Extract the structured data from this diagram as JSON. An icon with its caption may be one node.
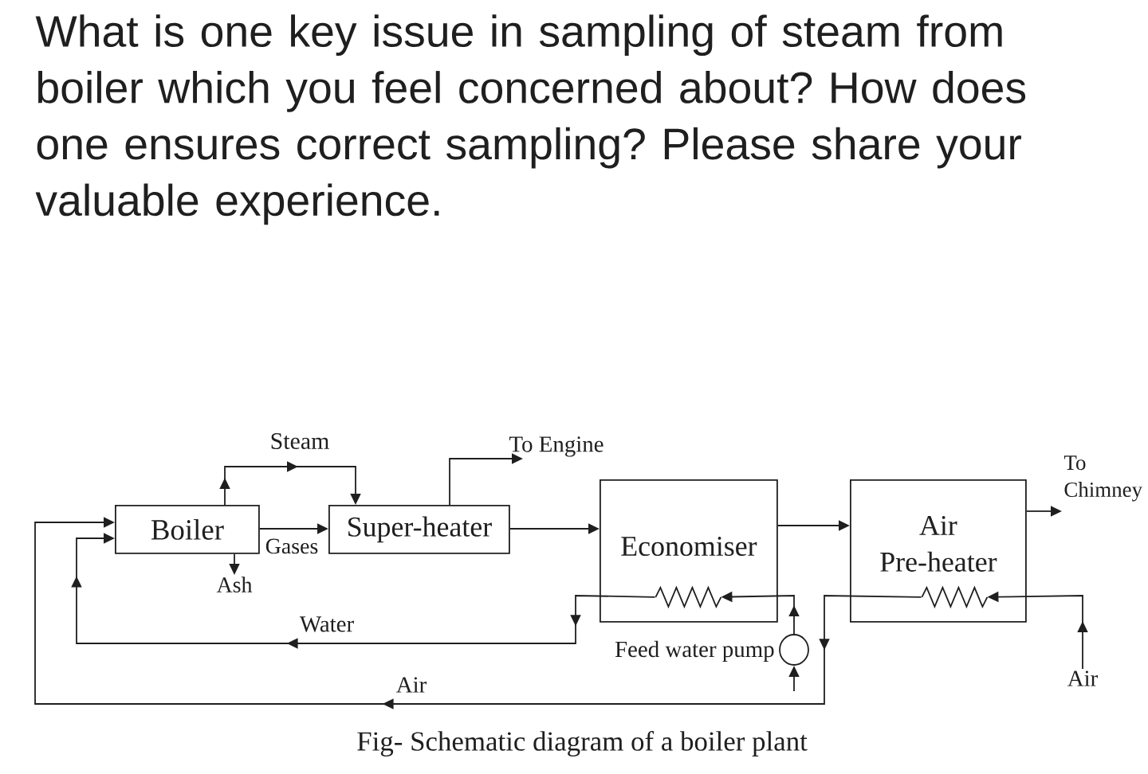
{
  "diagram": {
    "title": "What is one key issue in sampling of steam from boiler which you feel concerned about? How does one ensures correct sampling? Please share your valuable experience.",
    "caption": "Fig- Schematic diagram of a boiler plant",
    "nodes": [
      {
        "text": [
          "Boiler"
        ]
      },
      {
        "text": [
          "Super-heater"
        ]
      },
      {
        "text": [
          "Economiser"
        ]
      },
      {
        "text": [
          "Air Pre-heater"
        ]
      },
      {
        "text": [],
        "shape": "circle",
        "beside": [
          "Feed water pump"
        ]
      },
      {
        "text": [
          "Ash"
        ]
      },
      {
        "text": [
          "To Engine"
        ]
      },
      {
        "text": [
          "To Chimney"
        ]
      },
      {
        "text": [
          "Air"
        ]
      },
      {
        "text": [],
        "shape": "coil",
        "in": 2
      },
      {
        "text": [],
        "shape": "coil",
        "in": 3
      }
    ],
    "edges": [
      {
        "from": 0,
        "to": 1,
        "arrow": "to",
        "label": "Steam"
      },
      {
        "from": 0,
        "to": 1,
        "arrow": "to",
        "label": "Gases"
      },
      {
        "from": 0,
        "to": 5,
        "arrow": "to"
      },
      {
        "from": 1,
        "to": 6,
        "arrow": "to"
      },
      {
        "from": 1,
        "to": 2,
        "arrow": "to"
      },
      {
        "from": 2,
        "to": 3,
        "arrow": "to"
      },
      {
        "from": 3,
        "to": 7,
        "arrow": "to"
      },
      {
        "from": null,
        "to": 4,
        "arrow": "to"
      },
      {
        "from": 4,
        "to": 9,
        "arrow": "to"
      },
      {
        "from": 9,
        "to": 0,
        "arrow": "to",
        "label": "Water"
      },
      {
        "from": 8,
        "to": 10,
        "arrow": "to"
      },
      {
        "from": 10,
        "to": 0,
        "arrow": "to",
        "label": "Air"
      }
    ]
  }
}
